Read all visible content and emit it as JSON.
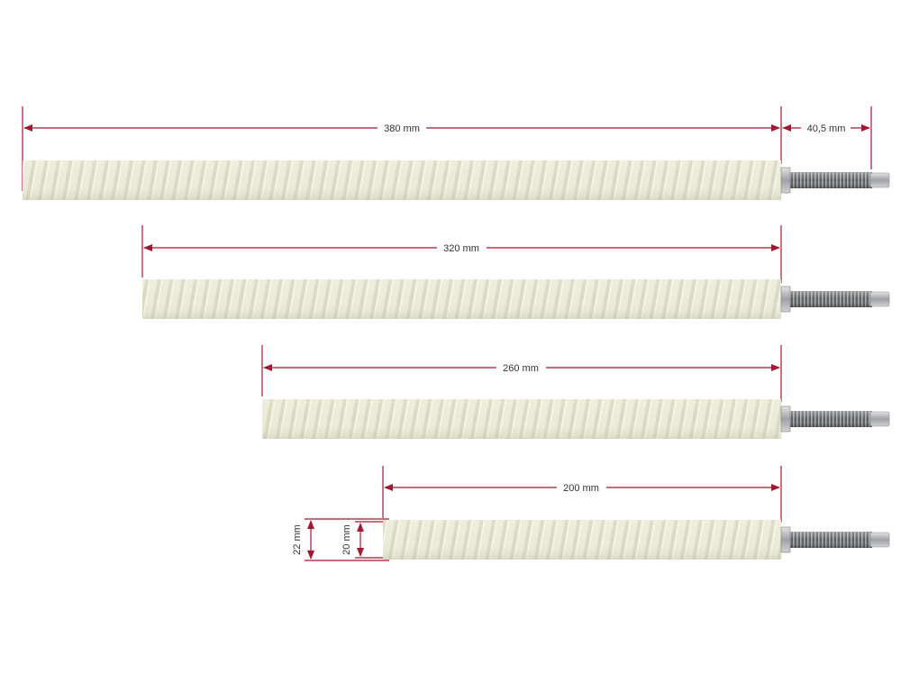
{
  "colors": {
    "dimension": "#a3182e",
    "ceramic": "#ecebd8",
    "ceramic_shade": "#d7d6bf",
    "steel_dark": "#55575a",
    "steel_light": "#c9cbce",
    "background": "#ffffff"
  },
  "rods": [
    {
      "id": "rod-380",
      "length_label": "380 mm",
      "tip_label": "40,5 mm"
    },
    {
      "id": "rod-320",
      "length_label": "320 mm"
    },
    {
      "id": "rod-260",
      "length_label": "260 mm"
    },
    {
      "id": "rod-200",
      "length_label": "200 mm",
      "outer_diameter_label": "22 mm",
      "inner_diameter_label": "20 mm"
    }
  ]
}
